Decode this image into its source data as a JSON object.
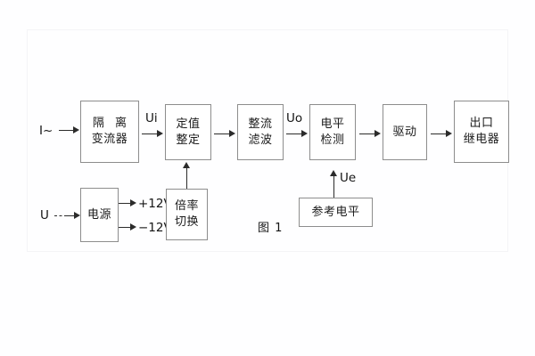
{
  "figure": {
    "caption": "图 1",
    "type": "block-diagram",
    "line_color": "#2b2b2b",
    "box_border_color": "#8d8d8d",
    "background": "#ffffff"
  },
  "blocks": [
    {
      "id": "isolation-transformer",
      "line1": "隔 离",
      "line2": "变流器"
    },
    {
      "id": "setting-value",
      "line1": "定值",
      "line2": "整定"
    },
    {
      "id": "rectify-filter",
      "line1": "整流",
      "line2": "滤波"
    },
    {
      "id": "level-detect",
      "line1": "电平",
      "line2": "检测"
    },
    {
      "id": "drive",
      "line1": "驱动",
      "line2": ""
    },
    {
      "id": "output-relay",
      "line1": "出口",
      "line2": "继电器"
    },
    {
      "id": "power-supply",
      "line1": "电源",
      "line2": ""
    },
    {
      "id": "multiplier-switch",
      "line1": "倍率",
      "line2": "切换"
    },
    {
      "id": "reference-level",
      "line1": "参考电平",
      "line2": ""
    }
  ],
  "signals": {
    "current_input": "I~",
    "voltage_input": "U",
    "ui": "Ui",
    "uo": "Uo",
    "ue": "Ue",
    "supply_positive": "+12V",
    "supply_negative": "−12V"
  }
}
